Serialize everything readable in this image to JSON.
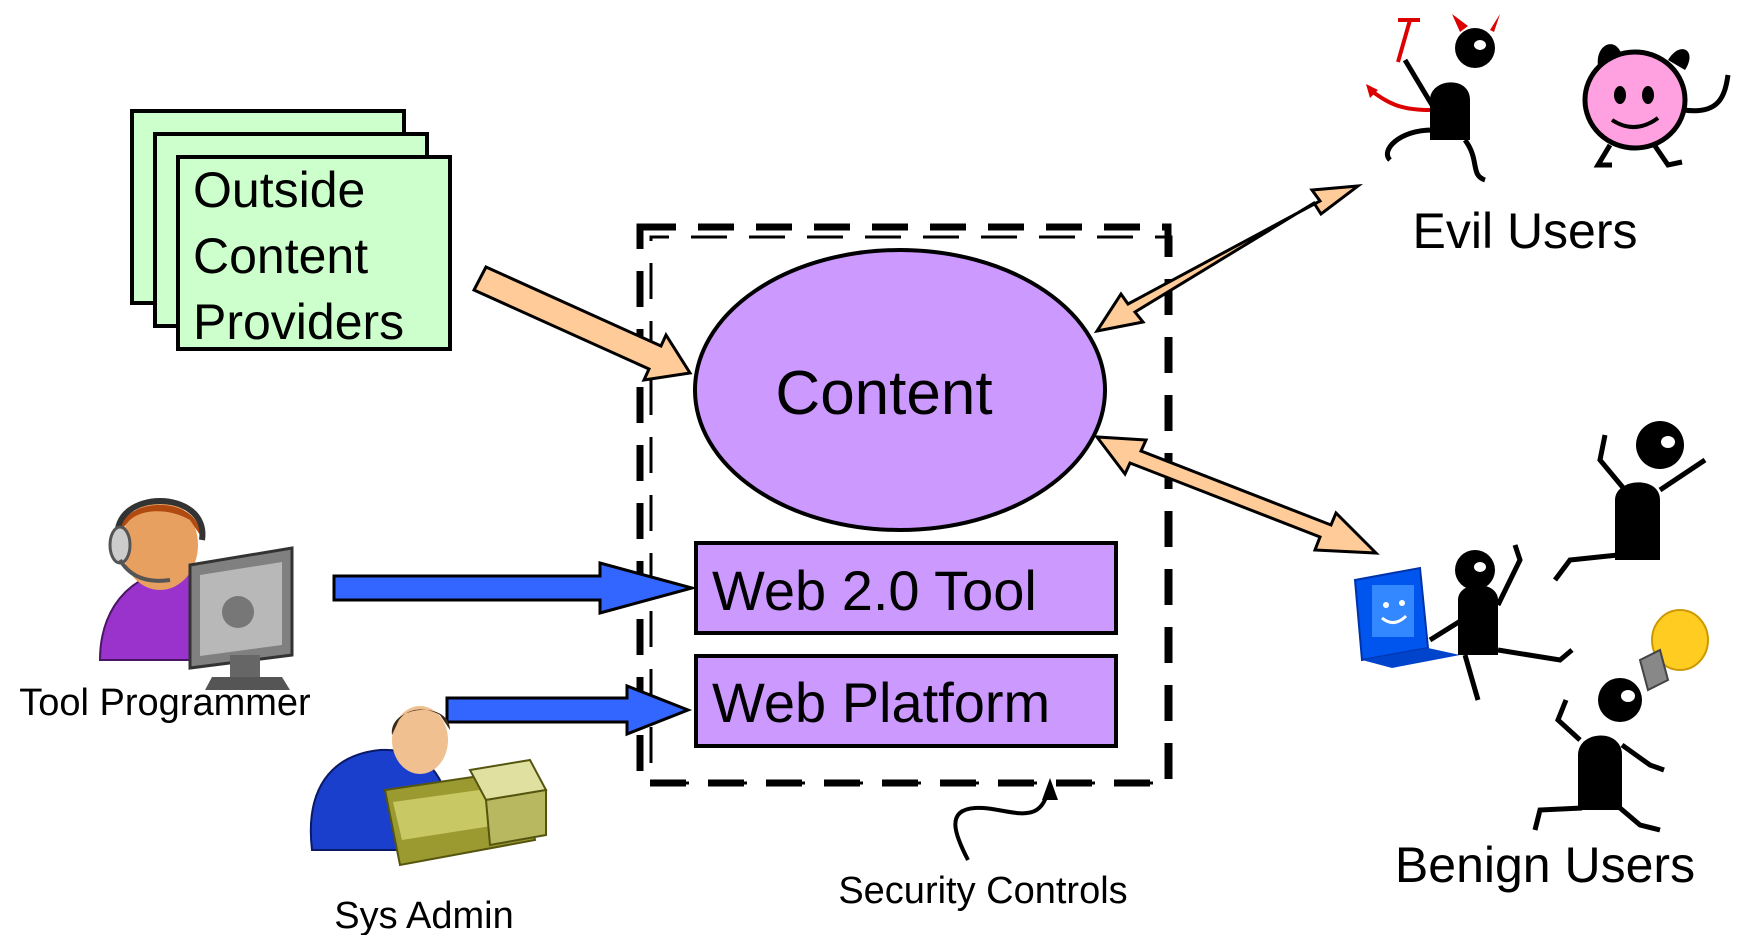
{
  "providers": {
    "lines": [
      "Outside",
      "Content",
      "Providers"
    ]
  },
  "content": {
    "label": "Content"
  },
  "tool": {
    "label": "Web 2.0 Tool"
  },
  "platform": {
    "label": "Web Platform"
  },
  "security": {
    "label": "Security Controls"
  },
  "actors": {
    "programmer": "Tool Programmer",
    "sysadmin": "Sys Admin",
    "evil": "Evil Users",
    "benign": "Benign Users"
  },
  "colors": {
    "provider_fill": "#ccffcc",
    "content_fill": "#cc99ff",
    "peach_arrow": "#ffcc99",
    "blue_arrow": "#3366ff"
  }
}
